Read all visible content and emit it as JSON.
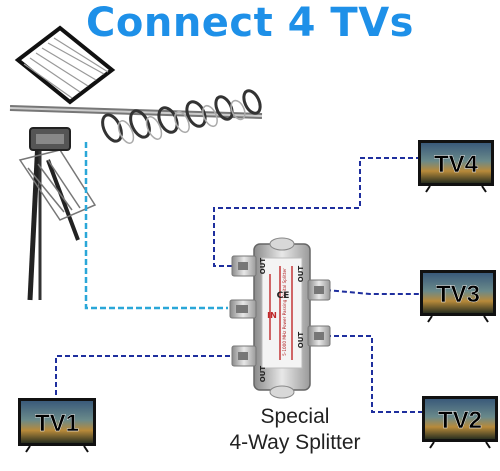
{
  "title": "Connect 4 TVs",
  "tvs": [
    "TV1",
    "TV2",
    "TV3",
    "TV4"
  ],
  "splitter": {
    "caption_line1": "Special",
    "caption_line2": "4-Way Splitter",
    "ports": [
      "OUT",
      "IN",
      "OUT",
      "OUT",
      "OUT"
    ],
    "brand_text": "5-1000 MHz Power Passing Digital Splitter",
    "ce_mark": "CE"
  },
  "colors": {
    "title": "#1e90e8",
    "coax_tv": "#1f2f9e",
    "coax_antenna": "#2aa7d8",
    "tv_frame": "#111111"
  }
}
